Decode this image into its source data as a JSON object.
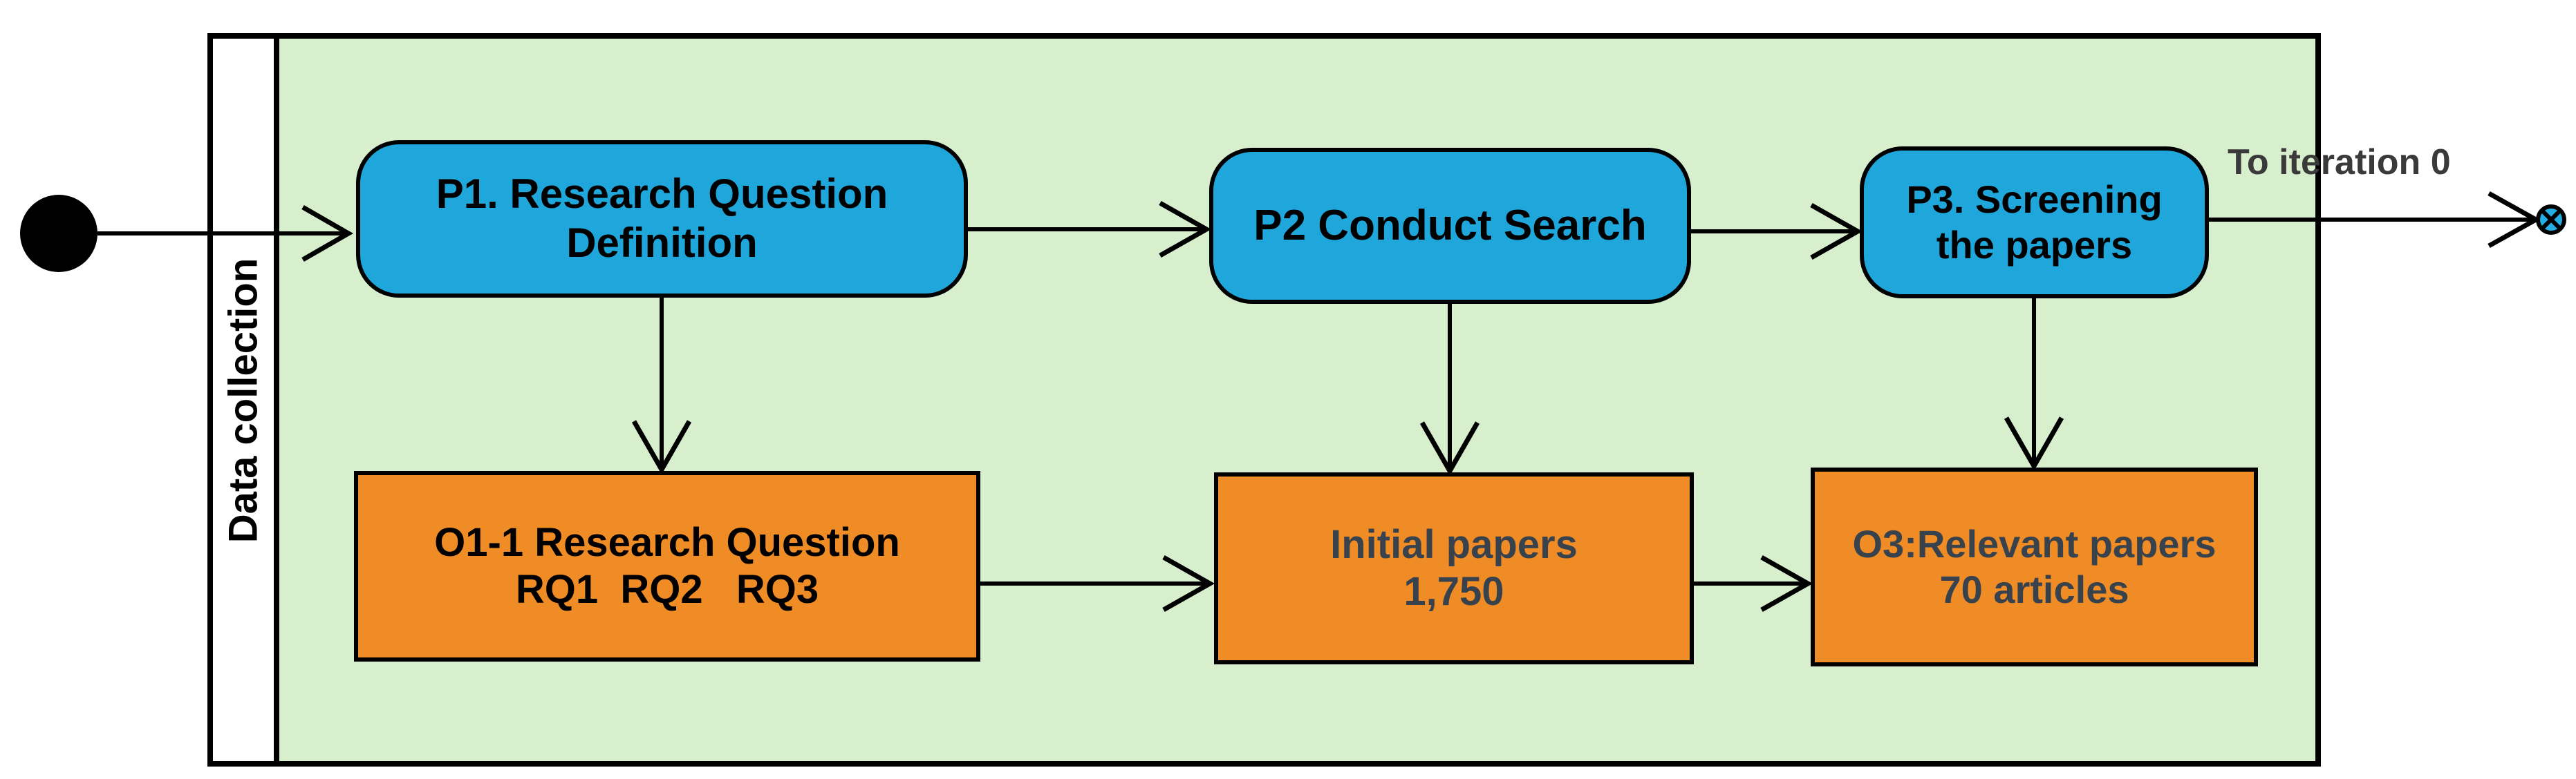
{
  "swimlane": {
    "label": "Data collection"
  },
  "annotations": {
    "to_iteration": "To iteration 0"
  },
  "activities": {
    "p1": {
      "line1": "P1. Research Question",
      "line2": "Definition"
    },
    "p2": {
      "line1": "P2 Conduct Search"
    },
    "p3": {
      "line1": "P3. Screening",
      "line2": "the papers"
    }
  },
  "objects": {
    "o1": {
      "line1": "O1-1 Research Question",
      "line2": "RQ1  RQ2   RQ3"
    },
    "initial_papers": {
      "line1": "Initial papers",
      "line2": "1,750"
    },
    "o3": {
      "line1": "O3:Relevant papers",
      "line2": "70 articles"
    }
  },
  "nodes": {
    "start": "initial-node",
    "end": "flow-final-node"
  },
  "edges": [
    {
      "from": "start",
      "to": "P1. Research Question Definition"
    },
    {
      "from": "P1. Research Question Definition",
      "to": "P2 Conduct Search"
    },
    {
      "from": "P2 Conduct Search",
      "to": "P3. Screening the papers"
    },
    {
      "from": "P3. Screening the papers",
      "to": "flow-final",
      "label": "To iteration 0"
    },
    {
      "from": "P1. Research Question Definition",
      "to": "O1-1 Research Question RQ1 RQ2 RQ3"
    },
    {
      "from": "P2 Conduct Search",
      "to": "Initial papers 1,750"
    },
    {
      "from": "P3. Screening the papers",
      "to": "O3:Relevant papers 70 articles"
    },
    {
      "from": "O1-1 Research Question RQ1 RQ2 RQ3",
      "to": "Initial papers 1,750"
    },
    {
      "from": "Initial papers 1,750",
      "to": "O3:Relevant papers 70 articles"
    }
  ],
  "colors": {
    "activity_fill": "#1FA7DC",
    "object_fill": "#F08C26",
    "lane_fill": "#D7EFCD",
    "object_text": "#38424D",
    "annotation_text": "#3A3A3A",
    "end_node_fill": "#25AEE4",
    "outline": "#000000"
  }
}
